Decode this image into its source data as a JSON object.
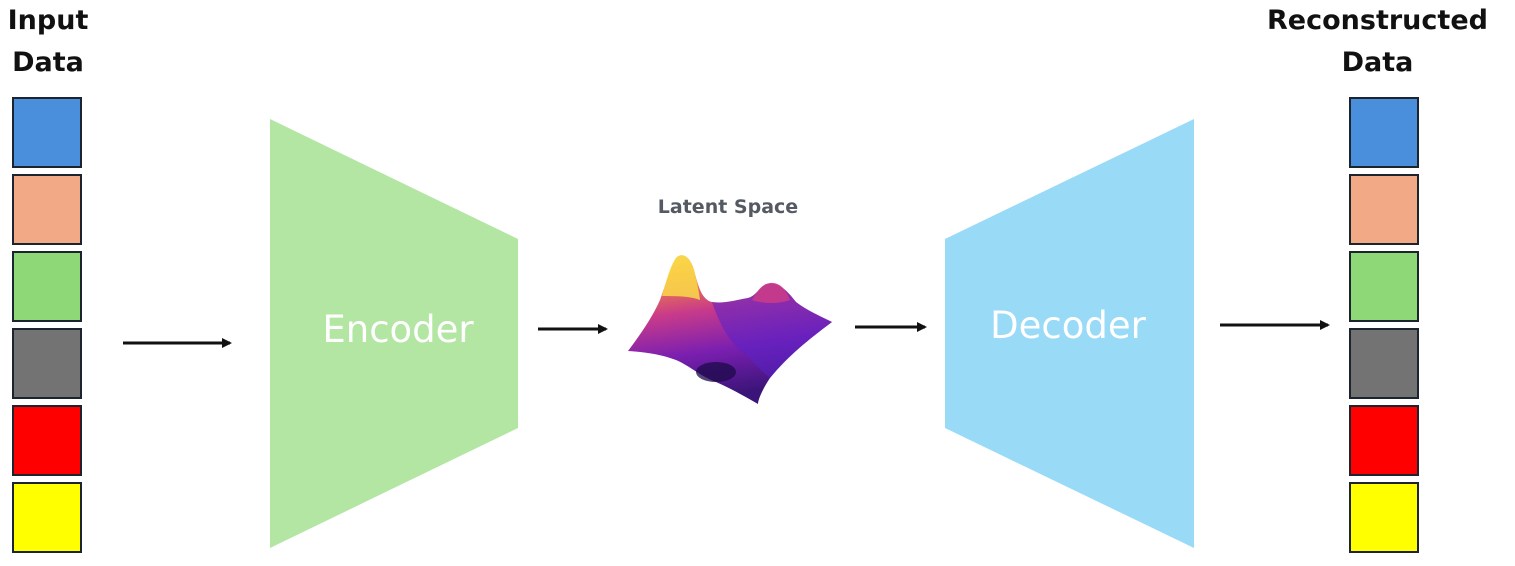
{
  "input": {
    "heading_line1": "Input",
    "heading_line2": "Data",
    "cells": [
      {
        "name": "blue",
        "color": "#4a8fdb"
      },
      {
        "name": "salmon",
        "color": "#f2aa86"
      },
      {
        "name": "green",
        "color": "#8ed877"
      },
      {
        "name": "gray",
        "color": "#737373"
      },
      {
        "name": "red",
        "color": "#ff0000"
      },
      {
        "name": "yellow",
        "color": "#ffff00"
      }
    ]
  },
  "encoder": {
    "label": "Encoder",
    "color": "#b3e5a3"
  },
  "latent": {
    "label": "Latent Space",
    "surface_colors": [
      "#f9d94a",
      "#f28a3a",
      "#c93b8a",
      "#7a1fb0",
      "#3a1478"
    ]
  },
  "decoder": {
    "label": "Decoder",
    "color": "#99daf7"
  },
  "output": {
    "heading_line1": "Reconstructed",
    "heading_line2": "Data",
    "cells": [
      {
        "name": "blue",
        "color": "#4a8fdb"
      },
      {
        "name": "salmon",
        "color": "#f2aa86"
      },
      {
        "name": "green",
        "color": "#8ed877"
      },
      {
        "name": "gray",
        "color": "#737373"
      },
      {
        "name": "red",
        "color": "#ff0000"
      },
      {
        "name": "yellow",
        "color": "#ffff00"
      }
    ]
  }
}
